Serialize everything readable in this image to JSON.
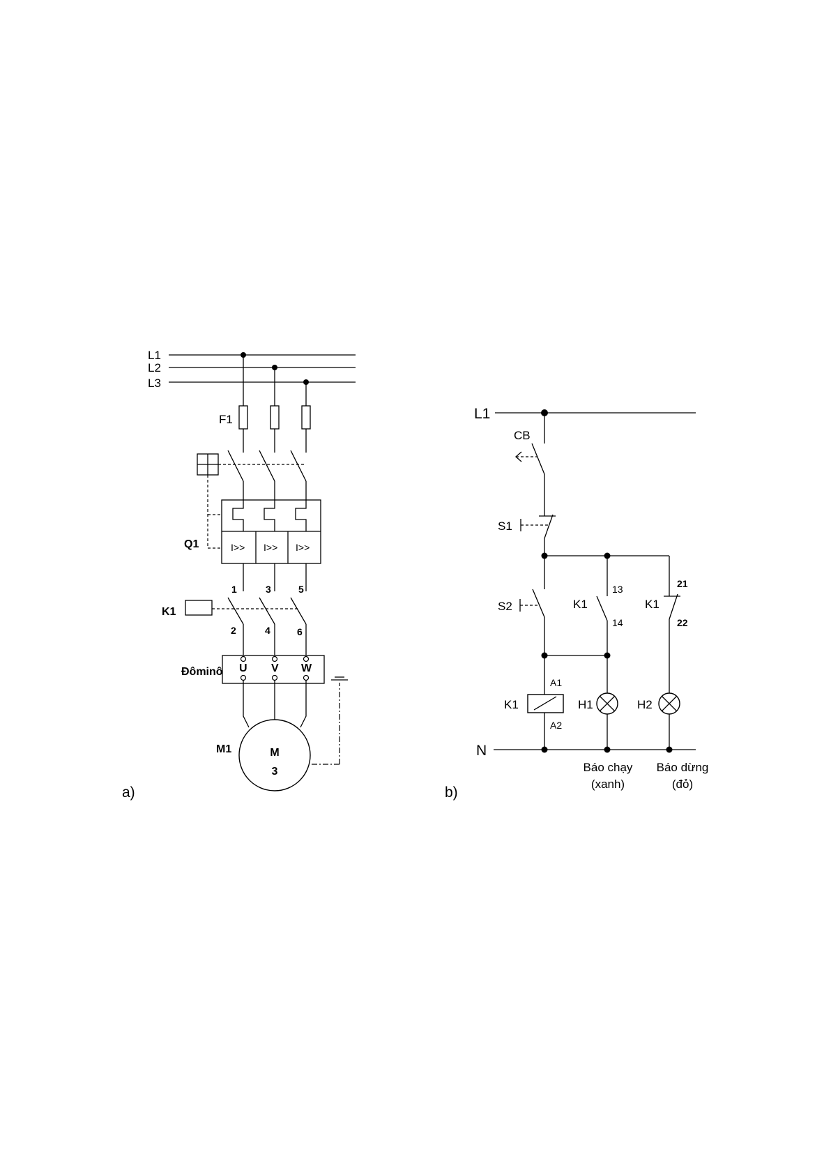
{
  "diagram_a": {
    "caption": "a)",
    "lines": [
      "L1",
      "L2",
      "L3"
    ],
    "fuse_label": "F1",
    "breaker_label": "Q1",
    "breaker_trip_label": "I>>",
    "contactor_label": "K1",
    "terminals_top": [
      "1",
      "3",
      "5"
    ],
    "terminals_bottom": [
      "2",
      "4",
      "6"
    ],
    "terminal_block_label": "Đôminô",
    "phases": [
      "U",
      "V",
      "W"
    ],
    "motor_label": "M1",
    "motor_symbol": "M",
    "motor_phases": "3"
  },
  "diagram_b": {
    "caption": "b)",
    "line_label": "L1",
    "neutral_label": "N",
    "breaker_label": "CB",
    "stop_button_label": "S1",
    "start_button_label": "S2",
    "no_contact_label": "K1",
    "no_contact_terminals": [
      "13",
      "14"
    ],
    "nc_contact_label": "K1",
    "nc_contact_terminals": [
      "21",
      "22"
    ],
    "coil_label": "K1",
    "coil_terminals": [
      "A1",
      "A2"
    ],
    "lamp_run_label": "H1",
    "lamp_stop_label": "H2",
    "run_caption": [
      "Báo chạy",
      "(xanh)"
    ],
    "stop_caption": [
      "Báo dừng",
      "(đỏ)"
    ]
  }
}
